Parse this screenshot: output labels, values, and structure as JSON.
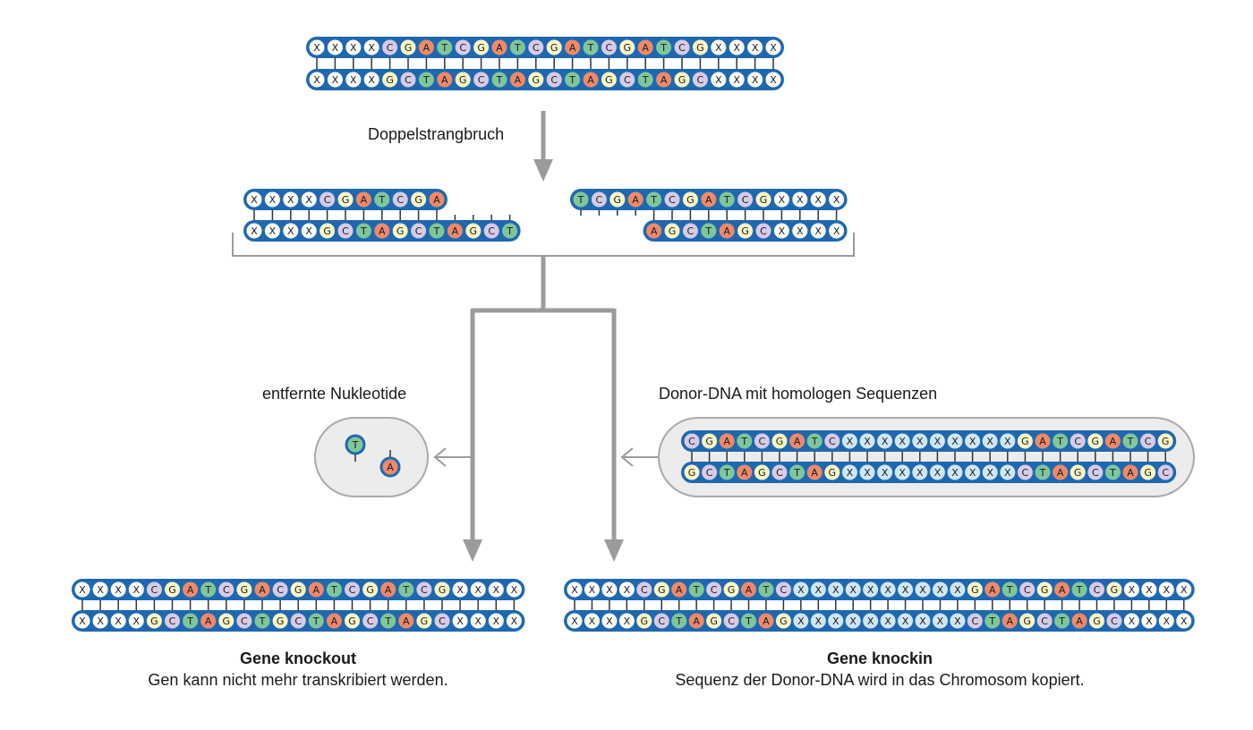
{
  "colors": {
    "strand": "#1f68b0",
    "connector": "#333333",
    "arrow": "#9b9b9b",
    "panel_fill": "#ececec",
    "panel_stroke": "#a9a9a9",
    "nuc_X": "#ffffff",
    "nuc_C": "#d8cbe6",
    "nuc_G": "#fbf7c6",
    "nuc_A": "#ee8a6a",
    "nuc_T": "#7fc79b",
    "nuc_X_donor": "#cfe6f4"
  },
  "labels": {
    "double_strand_break": "Doppelstrangbruch",
    "removed_nucleotides": "entfernte Nukleotide",
    "donor_dna": "Donor-DNA mit homologen Sequenzen",
    "knockout_title": "Gene knockout",
    "knockout_sub": "Gen kann nicht mehr transkribiert werden.",
    "knockin_title": "Gene knockin",
    "knockin_sub": "Sequenz der Donor-DNA wird in das Chromosom kopiert."
  },
  "strands": {
    "original": {
      "top": "XXXXCGATCGATCGATCGATCGXXXX",
      "bottom": "XXXXGCTAGCTAGCTAGCTAGCXXXX"
    },
    "broken_left": {
      "top": "XXXXCGATCGA",
      "bottom": "XXXXGCTAGCTAGCT"
    },
    "broken_right": {
      "top": "TCGATCGATCGXXXX",
      "bottom": "AGCTAGCXXXX"
    },
    "removed": [
      "T",
      "A"
    ],
    "donor": {
      "top": "CGATCGATCXXXXXXXXXXGATCGATCG",
      "bottom": "GCTAGCTAGXXXXXXXXXXCTAGCTAGC"
    },
    "knockout": {
      "top": "XXXXCGATCGACGATCGATCGXXXX",
      "bottom": "XXXXGCTAGCTGCTAGCTAGCXXXX"
    },
    "knockin": {
      "top": "XXXXCGATCGATCXXXXXXXXXXGATCGATCGXXXX",
      "bottom": "XXXXGCTAGCTAGXXXXXXXXXXCTAGCTAGCXXXX"
    }
  }
}
